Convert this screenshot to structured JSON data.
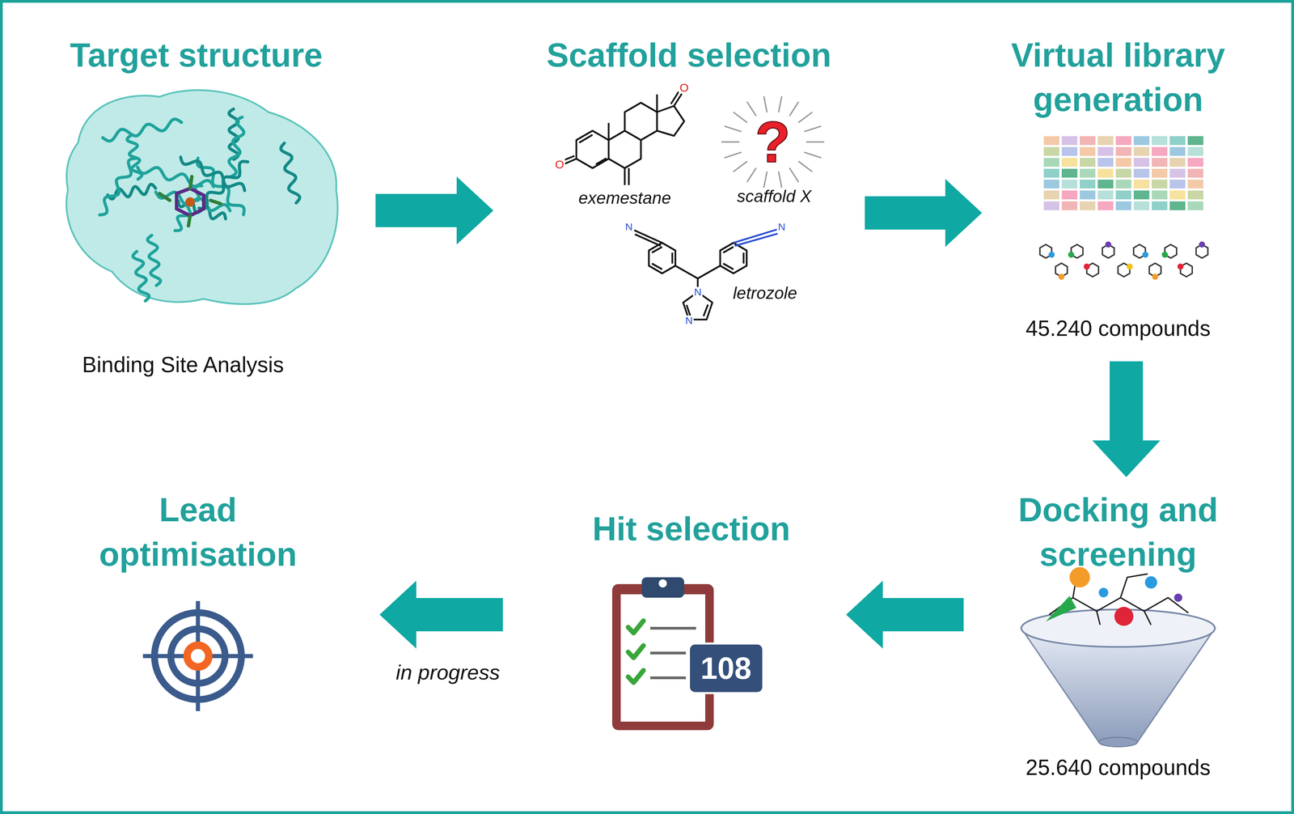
{
  "diagram": {
    "nodes": [
      {
        "text": [
          "Target structure",
          "Binding Site Analysis"
        ]
      },
      {
        "text": [
          "Scaffold selection",
          "exemestane",
          "scaffold X",
          "letrozole"
        ]
      },
      {
        "text": [
          "Virtual library generation",
          "45.240 compounds"
        ]
      },
      {
        "text": [
          "Docking and screening",
          "25.640 compounds"
        ]
      },
      {
        "text": [
          "Hit selection",
          "108"
        ]
      },
      {
        "text": [
          "Lead optimisation"
        ]
      }
    ],
    "edges": [
      {
        "from": 0,
        "to": 1,
        "arrow": "to"
      },
      {
        "from": 1,
        "to": 2,
        "arrow": "to"
      },
      {
        "from": 2,
        "to": 3,
        "arrow": "to"
      },
      {
        "from": 3,
        "to": 4,
        "arrow": "to"
      },
      {
        "from": 4,
        "to": 5,
        "arrow": "to",
        "label": "in progress"
      }
    ],
    "labels": [
      "?",
      "O",
      "O",
      "N",
      "N",
      "N",
      "N"
    ]
  }
}
